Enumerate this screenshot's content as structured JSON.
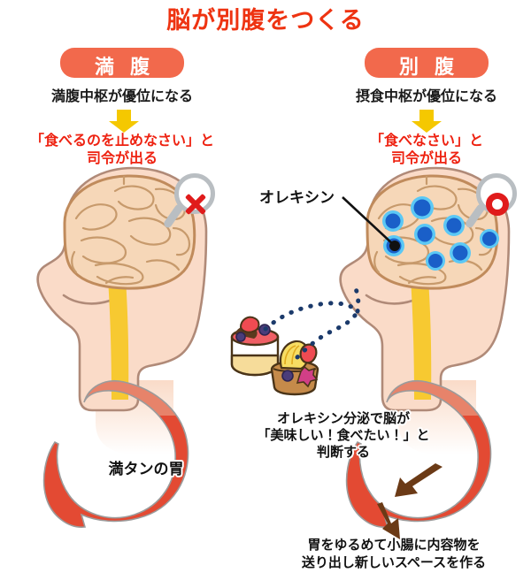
{
  "title": "脳が別腹をつくる",
  "colors": {
    "title_red": "#ee3311",
    "pill_orange": "#f2694c",
    "command_red": "#ee2211",
    "arrow_yellow": "#f5c800",
    "orexin_dot_blue": "#1a5fc8",
    "orexin_dot_ring": "#5bc8f5",
    "stomach_red": "#e34a33",
    "skin": "#fadbc8",
    "brain_fill": "#f6d7b8",
    "brain_outline": "#c08b5c",
    "mark_red": "#e01b1b",
    "dotted_navy": "#1b3a6b"
  },
  "left_panel": {
    "pill_label": "満 腹",
    "subtitle": "満腹中枢が優位になる",
    "arrow_icon": "down-arrow-icon",
    "command_line1": "「食べるのを止めなさい」と",
    "command_line2": "司令が出る",
    "badge_icon": "cross-mark-icon",
    "stomach_label": "満タンの胃"
  },
  "right_panel": {
    "pill_label": "別 腹",
    "subtitle": "摂食中枢が優位になる",
    "arrow_icon": "down-arrow-icon",
    "command_line1": "「食べなさい」と",
    "command_line2": "司令が出る",
    "badge_icon": "circle-mark-icon",
    "orexin_label": "オレキシン",
    "orexin_dot_count": 7
  },
  "middle_caption": {
    "line1": "オレキシン分泌で脳が",
    "line2": "「美味しい！食べたい！」と",
    "line3": "判断する"
  },
  "bottom_caption": {
    "line1": "胃をゆるめて小腸に内容物を",
    "line2": "送り出し新しいスペースを作る"
  },
  "illustration": {
    "food_items": [
      "cheesecake-icon",
      "fruit-tart-icon"
    ],
    "left_figure": "head-profile-with-brain",
    "right_figure": "head-profile-with-brain-and-orexin",
    "stomach_arrows": 2
  }
}
